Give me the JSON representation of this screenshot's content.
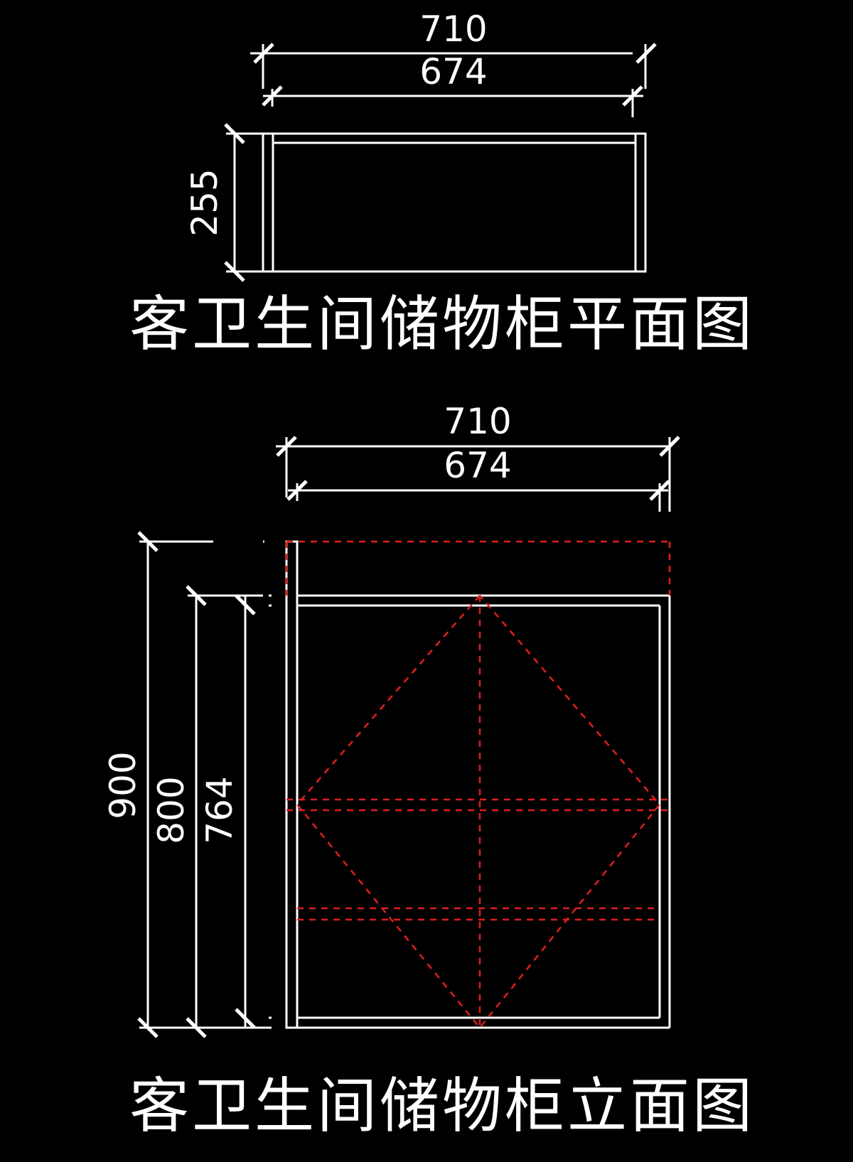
{
  "plan": {
    "title": "客卫生间储物柜平面图",
    "dim_outer_width": "710",
    "dim_inner_width": "674",
    "dim_depth": "255"
  },
  "elevation": {
    "title": "客卫生间储物柜立面图",
    "dim_outer_width": "710",
    "dim_inner_width": "674",
    "dim_total_height": "900",
    "dim_cabinet_height": "800",
    "dim_inner_height": "764"
  },
  "colors": {
    "background": "#000000",
    "linework": "#ffffff",
    "hidden_lines": "#e01e1e"
  }
}
